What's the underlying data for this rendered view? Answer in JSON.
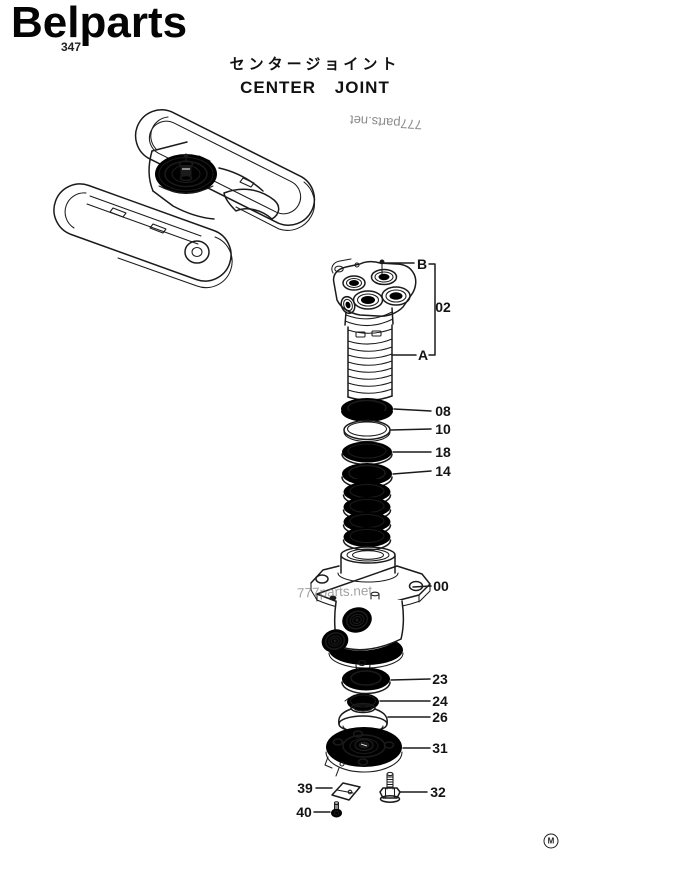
{
  "page": {
    "brand": "Belparts",
    "page_number": "347",
    "title_ja": "センタージョイント",
    "title_en": "CENTER JOINT",
    "watermark_top": "777parts.net",
    "watermark_middle": "777parts.net",
    "maker_mark": "M"
  },
  "diagram": {
    "description": "Exploded parts view of excavator center joint with undercarriage locator drawing",
    "line_color": "#1b1b1b",
    "watermark_color": "#8a8a8a",
    "callouts": [
      {
        "label": "B"
      },
      {
        "label": "02"
      },
      {
        "label": "A"
      },
      {
        "label": "08"
      },
      {
        "label": "10"
      },
      {
        "label": "18"
      },
      {
        "label": "14"
      },
      {
        "label": "00"
      },
      {
        "label": "23"
      },
      {
        "label": "24"
      },
      {
        "label": "26"
      },
      {
        "label": "31"
      },
      {
        "label": "39"
      },
      {
        "label": "32"
      },
      {
        "label": "40"
      }
    ]
  }
}
